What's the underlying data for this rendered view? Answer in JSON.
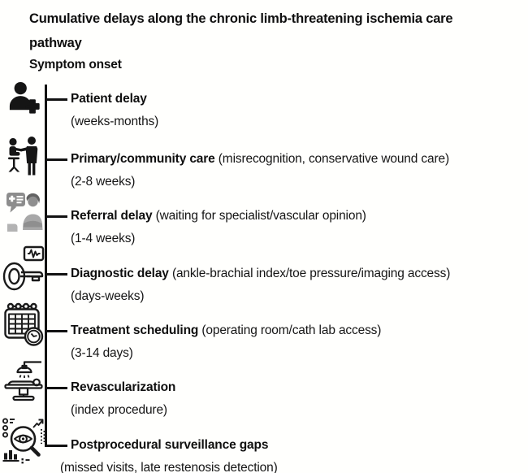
{
  "title_lines": [
    "Cumulative delays along the chronic limb-threatening ischemia care",
    "pathway"
  ],
  "timeline_start_label": "Symptom onset",
  "stages": [
    {
      "icon": "patient-add",
      "label": "Patient delay",
      "detail": "",
      "duration": "(weeks-months)"
    },
    {
      "icon": "doctor-patient-consultation",
      "label": "Primary/community care",
      "detail": "(misrecognition, conservative wound care)",
      "duration": "(2-8 weeks)"
    },
    {
      "icon": "referral-specialist-opinion",
      "label": "Referral delay",
      "detail": "(waiting for specialist/vascular opinion)",
      "duration": "(1-4 weeks)"
    },
    {
      "icon": "mri-scanner",
      "label": "Diagnostic delay",
      "detail": "(ankle-brachial index/toe pressure/imaging access)",
      "duration": "(days-weeks)"
    },
    {
      "icon": "calendar-clock",
      "label": "Treatment scheduling",
      "detail": "(operating room/cath lab access)",
      "duration": "(3-14 days)"
    },
    {
      "icon": "operating-table",
      "label": "Revascularization",
      "detail": "",
      "duration": "(index procedure)"
    },
    {
      "icon": "surveillance-monitoring",
      "label": "Postprocedural surveillance gaps",
      "detail": "",
      "duration": "(missed visits, late restenosis detection)"
    }
  ],
  "colors": {
    "text": "#121212",
    "timeline_line": "#121212",
    "background": "#fffffd",
    "icon_black": "#151515",
    "referral_icon_gray": "#8d8d8d"
  }
}
